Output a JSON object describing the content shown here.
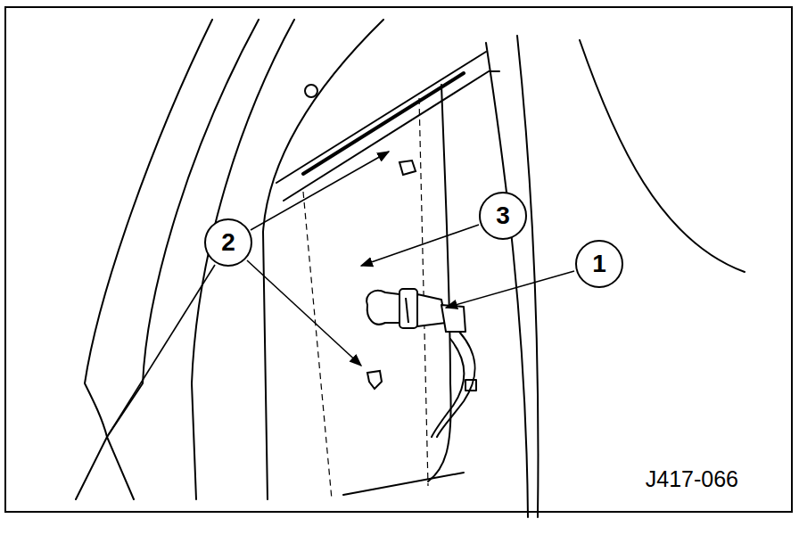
{
  "diagram": {
    "labels": [
      "2",
      "3",
      "1",
      "J417-066"
    ]
  }
}
